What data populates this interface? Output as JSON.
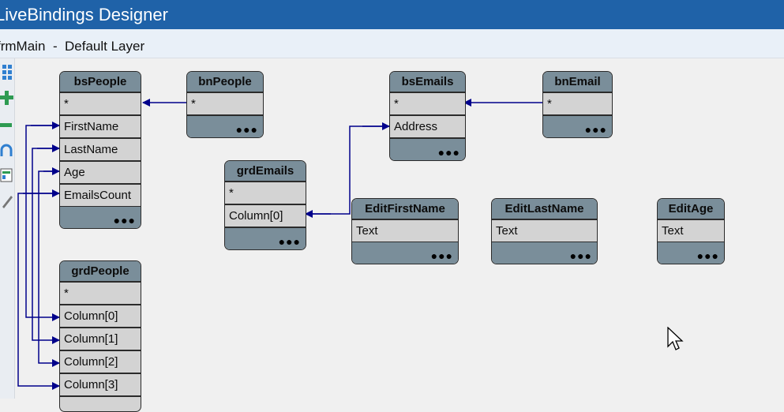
{
  "title": "LiveBindings Designer",
  "form_name": "frmMain",
  "separator": "-",
  "layer_name": "Default Layer",
  "tools": [
    {
      "icon": "arrange-icon"
    },
    {
      "icon": "zoom-in-icon"
    },
    {
      "icon": "zoom-out-icon"
    },
    {
      "icon": "undo-icon"
    },
    {
      "icon": "layer-icon"
    },
    {
      "icon": "edit-icon"
    }
  ],
  "nodes": {
    "bsPeople": {
      "title": "bsPeople",
      "rows": [
        "*",
        "FirstName",
        "LastName",
        "Age",
        "EmailsCount"
      ]
    },
    "bnPeople": {
      "title": "bnPeople",
      "rows": [
        "*"
      ]
    },
    "bsEmails": {
      "title": "bsEmails",
      "rows": [
        "*",
        "Address"
      ]
    },
    "bnEmail": {
      "title": "bnEmail",
      "rows": [
        "*"
      ]
    },
    "grdEmails": {
      "title": "grdEmails",
      "rows": [
        "*",
        "Column[0]"
      ]
    },
    "EditFirstName": {
      "title": "EditFirstName",
      "rows": [
        "Text"
      ]
    },
    "EditLastName": {
      "title": "EditLastName",
      "rows": [
        "Text"
      ]
    },
    "EditAge": {
      "title": "EditAge",
      "rows": [
        "Text"
      ]
    },
    "grdPeople": {
      "title": "grdPeople",
      "rows": [
        "*",
        "Column[0]",
        "Column[1]",
        "Column[2]",
        "Column[3]"
      ]
    }
  },
  "more_glyph": "●●●",
  "colors": {
    "titlebar": "#1f62a8",
    "node_header": "#7a8e9a",
    "node_body": "#d3d3d3",
    "wire": "#00008b"
  }
}
